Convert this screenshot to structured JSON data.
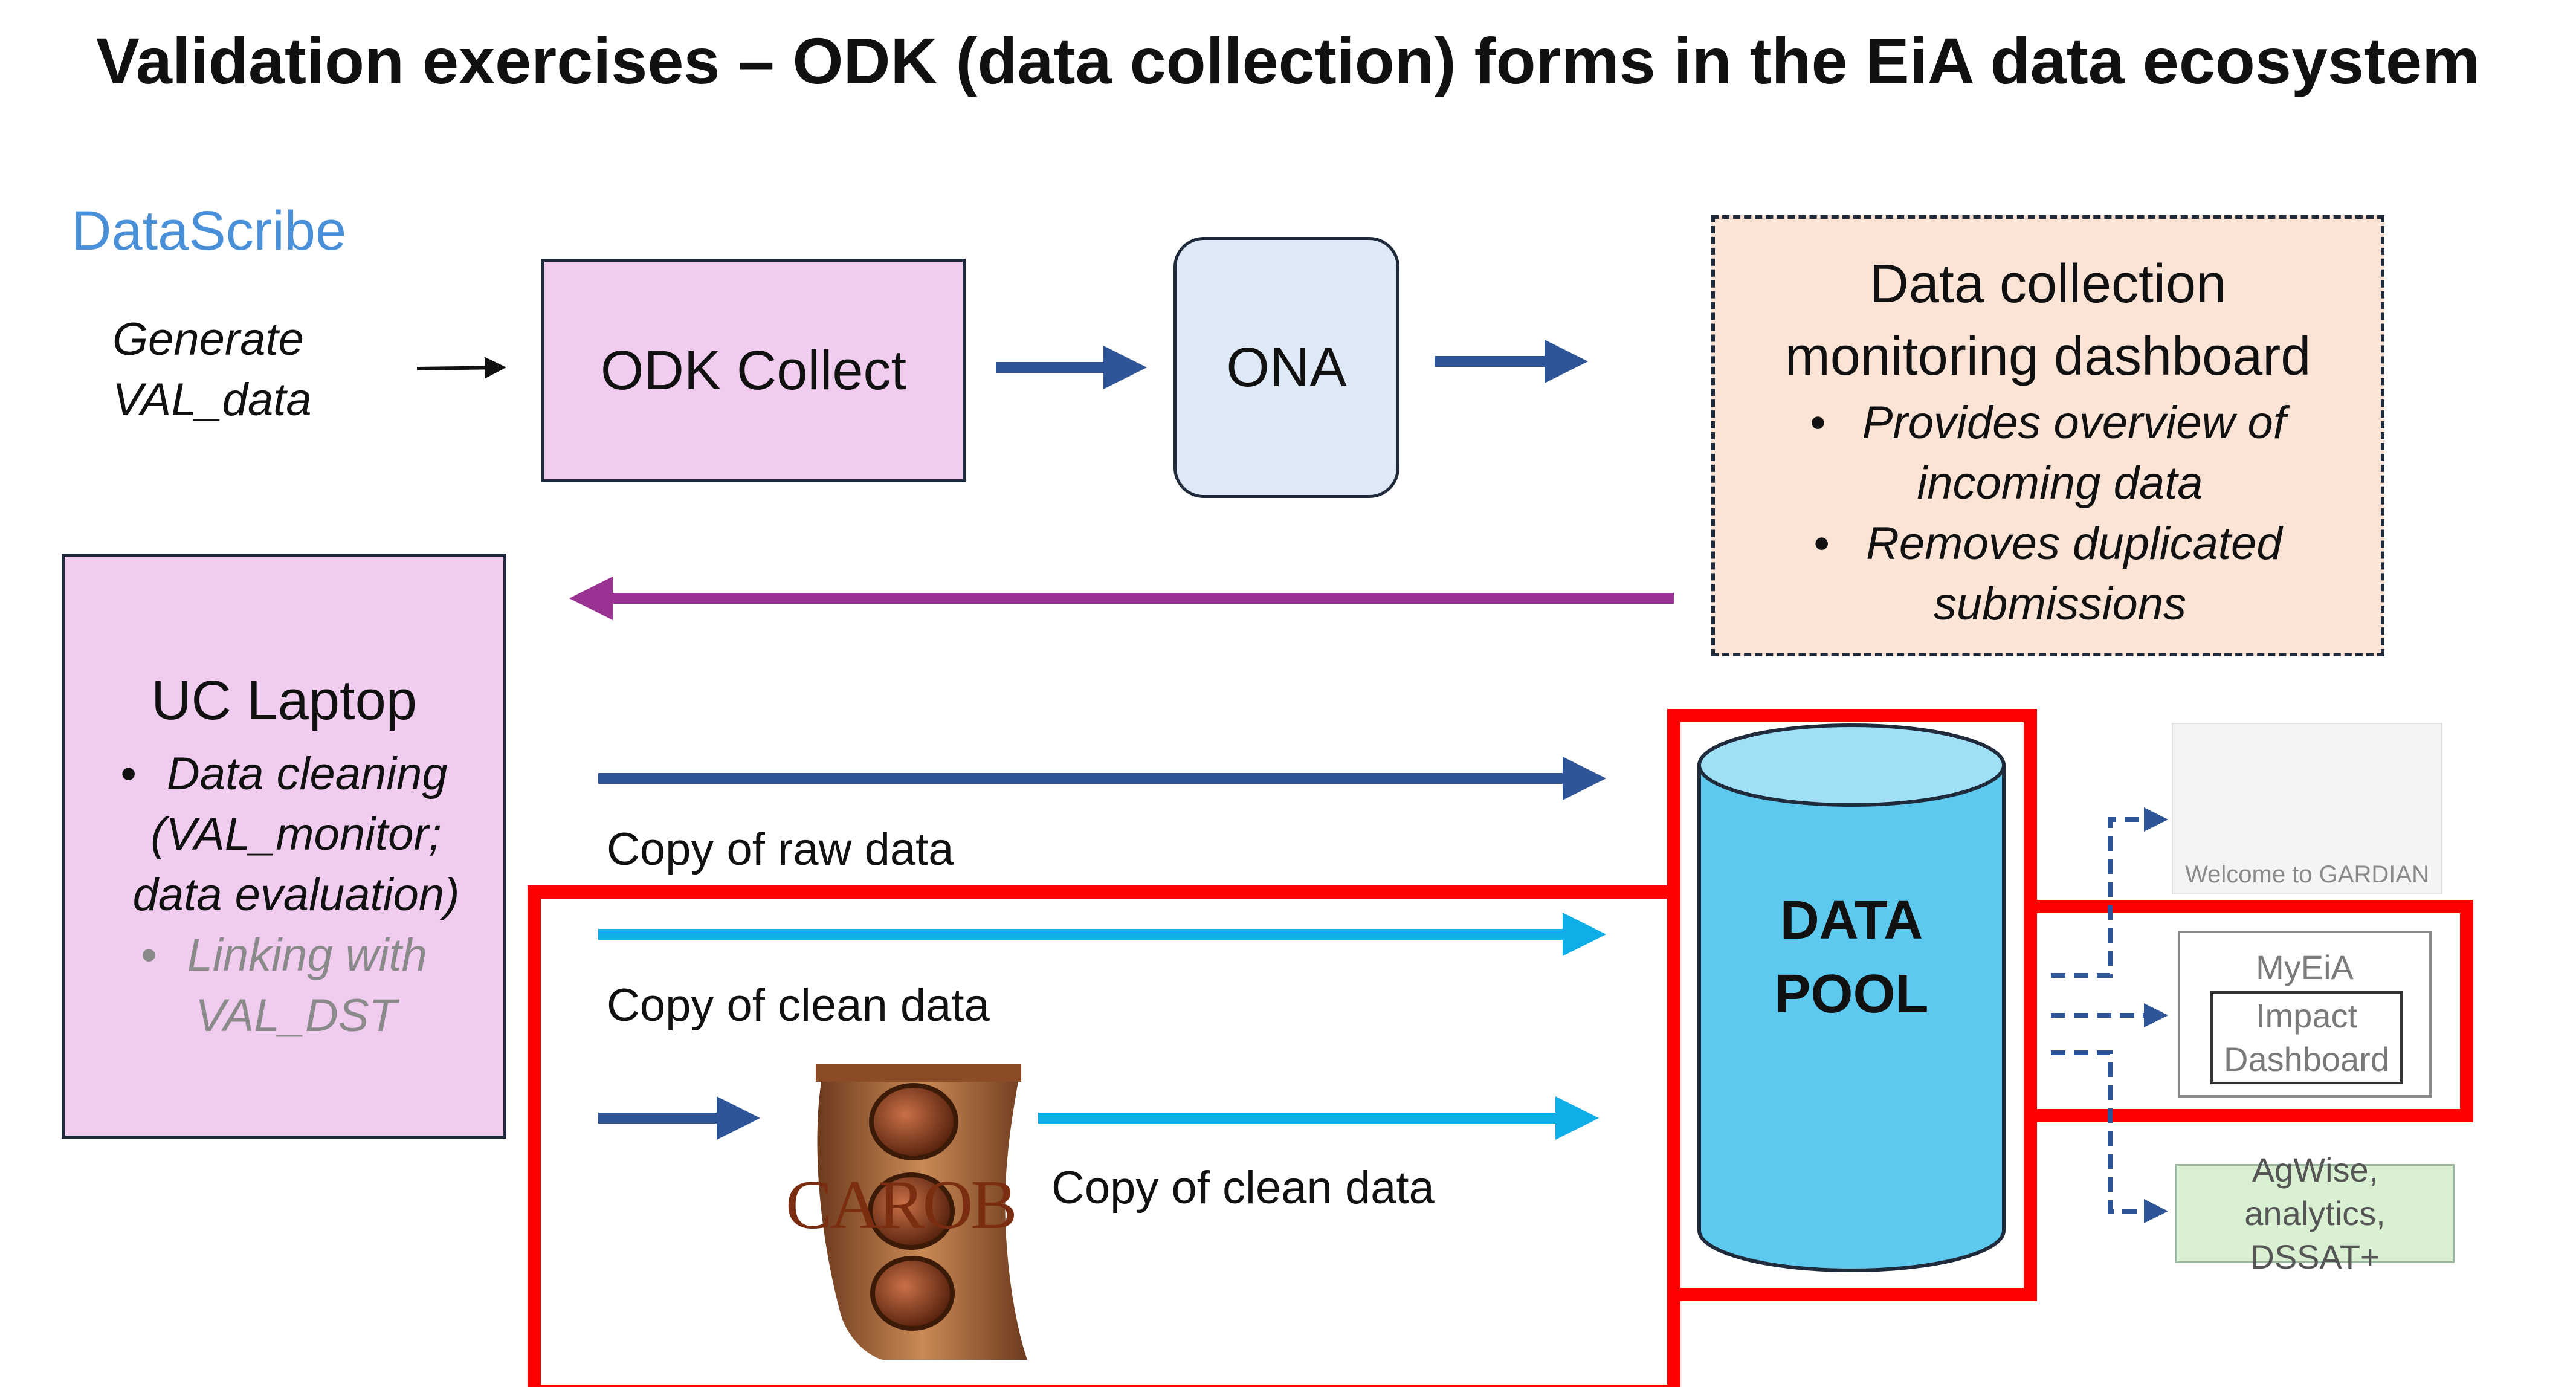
{
  "title": "Validation exercises – ODK (data collection) forms in the EiA data ecosystem",
  "datascribe": "DataScribe",
  "generate": {
    "line1": "Generate",
    "line2": "VAL_data"
  },
  "odk_collect": "ODK Collect",
  "ona": "ONA",
  "dashboard": {
    "title_line1": "Data collection",
    "title_line2": "monitoring dashboard",
    "bullets": [
      {
        "line1": "Provides overview of",
        "line2": "incoming data"
      },
      {
        "line1": "Removes duplicated",
        "line2": "submissions"
      }
    ]
  },
  "uc_laptop": {
    "title": "UC Laptop",
    "item1": {
      "line1": "Data cleaning",
      "line2": "(VAL_monitor;",
      "line3": "data evaluation)"
    },
    "item2": {
      "line1": "Linking with",
      "line2": "VAL_DST"
    }
  },
  "labels": {
    "raw": "Copy of raw data",
    "clean1": "Copy of clean data",
    "clean2": "Copy of clean data"
  },
  "data_pool": {
    "line1": "DATA",
    "line2": "POOL"
  },
  "carob": "CAROB",
  "gardian": {
    "caption": "Welcome to GARDIAN"
  },
  "myeia": {
    "title": "MyEiA",
    "inner_line1": "Impact",
    "inner_line2": "Dashboard"
  },
  "agwise": {
    "line1": "AgWise,",
    "line2": "analytics, DSSAT+"
  },
  "colors": {
    "dark_blue_arrow": "#2e5597",
    "light_blue_arrow": "#0faee8",
    "purple_arrow": "#9a3294",
    "red_outline": "#ff0000",
    "cylinder_fill": "#5ec9ef",
    "pink_box": "#f0cdef",
    "peach_box": "#fbe3d6",
    "ona_box": "#dde9f6"
  }
}
